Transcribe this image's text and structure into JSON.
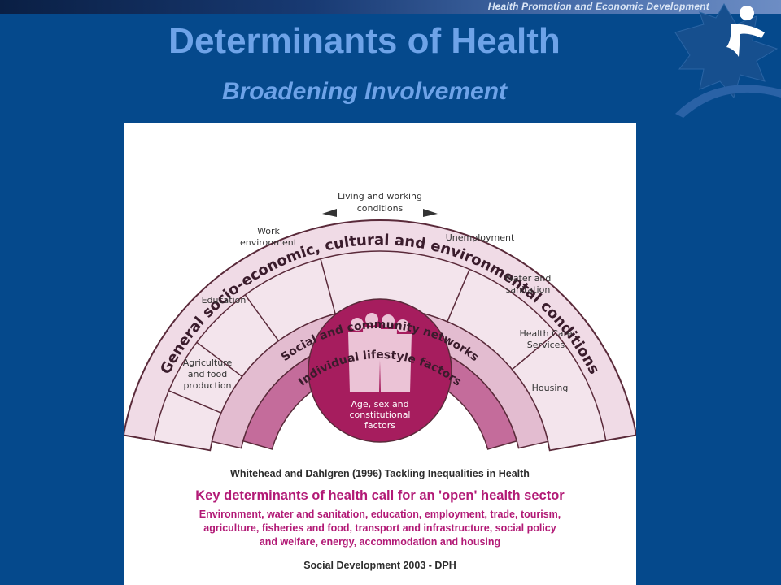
{
  "header": {
    "top_text": "Health Promotion and Economic Development",
    "title": "Determinants of Health",
    "subtitle": "Broadening Involvement"
  },
  "colors": {
    "background": "#05498c",
    "title": "#6ea3e8",
    "outer_ring": "#f0dbe6",
    "middle_ring": "#e3bcd0",
    "inner_ring": "#c46c9b",
    "core": "#a61d5e",
    "figures": "#ebc3d6",
    "key_text": "#b21a76"
  },
  "diagram": {
    "outer_ring_label": "General socio-economic, cultural and environmental conditions",
    "middle_ring_label": "Social and community networks",
    "inner_ring_label": "Individual lifestyle factors",
    "core_label": [
      "Age, sex and",
      "constitutional",
      "factors"
    ],
    "segments_left": [
      {
        "lines": [
          "Agriculture",
          "and food",
          "production"
        ]
      },
      {
        "lines": [
          "Education"
        ]
      },
      {
        "lines": [
          "Work",
          "environment"
        ]
      }
    ],
    "segment_top": {
      "lines": [
        "Living and working",
        "conditions"
      ]
    },
    "segments_right": [
      {
        "lines": [
          "Unemployment"
        ]
      },
      {
        "lines": [
          "Water and",
          "sanitation"
        ]
      },
      {
        "lines": [
          "Health Care",
          "Services"
        ]
      },
      {
        "lines": [
          "Housing"
        ]
      }
    ],
    "caption": "Whitehead and Dahlgren (1996) Tackling Inequalities in Health",
    "key_heading": "Key determinants of health call for an 'open' health sector",
    "key_lines": [
      "Environment, water and sanitation, education, employment, trade, tourism,",
      "agriculture, fisheries and food, transport and infrastructure, social policy",
      "and welfare, energy, accommodation and housing"
    ],
    "credit": "Social Development 2003 - DPH"
  }
}
